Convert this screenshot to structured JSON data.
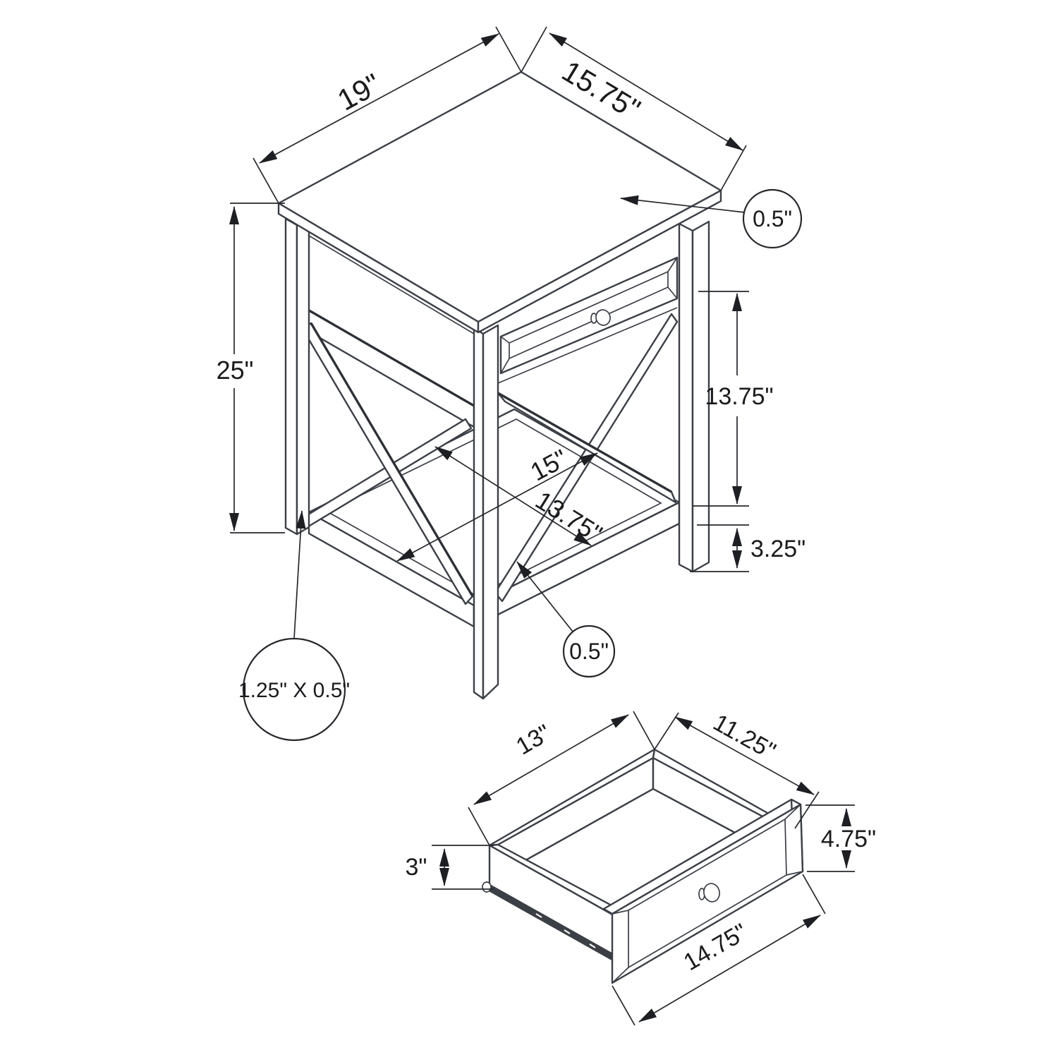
{
  "colors": {
    "line": "#3b3f46",
    "dimension": "#26282c",
    "text": "#1a1b1d",
    "background": "#ffffff"
  },
  "diagram": {
    "table": {
      "width": "19\"",
      "depth": "15.75\"",
      "top_thickness": "0.5\"",
      "height": "25\"",
      "drawer_to_shelf": "13.75\"",
      "shelf_depth": "15\"",
      "shelf_width": "13.75\"",
      "shelf_rail_height": "3.25\"",
      "shelf_thickness": "0.5\"",
      "leg_section": "1.25\" X 0.5\""
    },
    "drawer": {
      "inner_width": "13\"",
      "depth": "11.25\"",
      "side_height": "3\"",
      "front_height": "4.75\"",
      "front_width": "14.75\""
    }
  }
}
